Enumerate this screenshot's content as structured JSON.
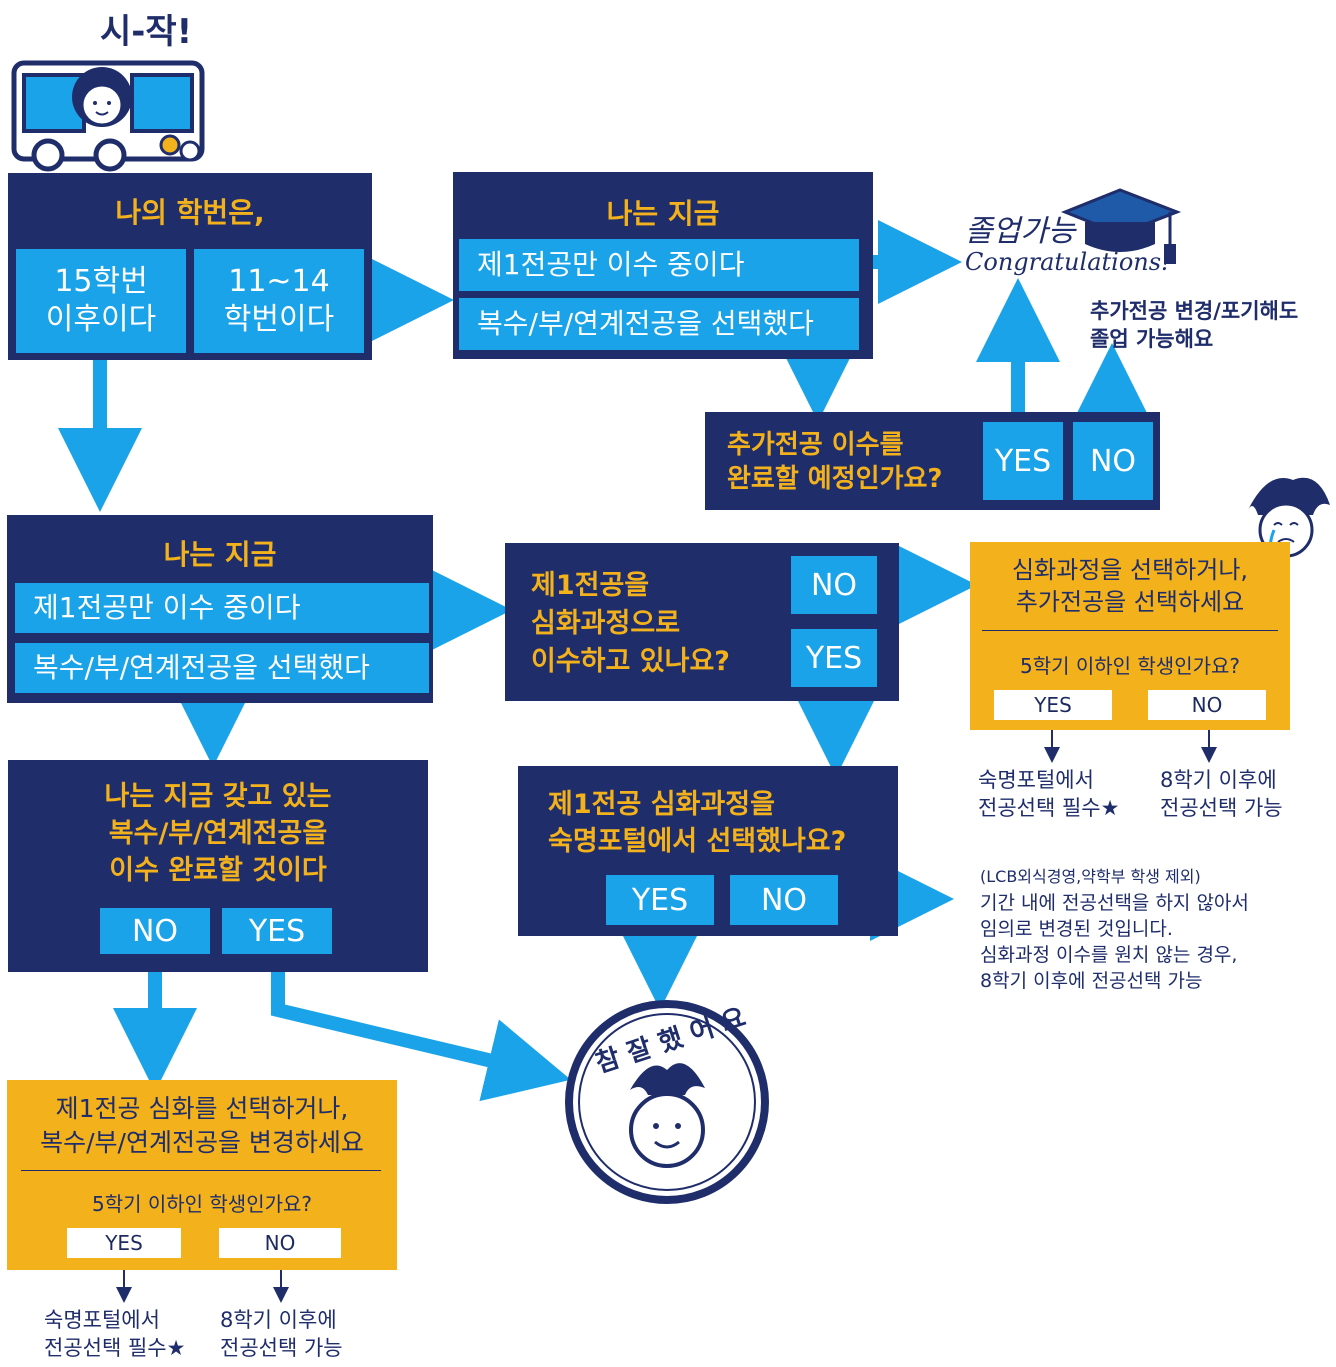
{
  "start": {
    "label": "시-작!"
  },
  "box1": {
    "title": "나의 학번은,",
    "option_left": [
      "15학번",
      "이후이다"
    ],
    "option_right": [
      "11~14",
      "학번이다"
    ]
  },
  "box2": {
    "title": "나는 지금",
    "option1": "제1전공만 이수 중이다",
    "option2": "복수/부/연계전공을 선택했다"
  },
  "graduate": {
    "title": "졸업가능",
    "subtitle": "Congratulations!",
    "note": [
      "추가전공 변경/포기해도",
      "졸업 가능해요"
    ]
  },
  "box3": {
    "question": [
      "추가전공 이수를",
      "완료할 예정인가요?"
    ],
    "yes": "YES",
    "no": "NO"
  },
  "box4": {
    "title": "나는 지금",
    "option1": "제1전공만 이수 중이다",
    "option2": "복수/부/연계전공을 선택했다"
  },
  "box5": {
    "question": [
      "제1전공을",
      "심화과정으로",
      "이수하고 있나요?"
    ],
    "no": "NO",
    "yes": "YES"
  },
  "orange_right": {
    "title": [
      "심화과정을 선택하거나,",
      "추가전공을 선택하세요"
    ],
    "question": "5학기 이하인 학생인가요?",
    "yes": "YES",
    "no": "NO",
    "yes_result": [
      "숙명포털에서",
      "전공선택 필수★"
    ],
    "no_result": [
      "8학기 이후에",
      "전공선택 가능"
    ]
  },
  "box6": {
    "question": [
      "나는 지금 갖고 있는",
      "복수/부/연계전공을",
      "이수 완료할 것이다"
    ],
    "no": "NO",
    "yes": "YES"
  },
  "box7": {
    "question": [
      "제1전공 심화과정을",
      "숙명포털에서 선택했나요?"
    ],
    "yes": "YES",
    "no": "NO"
  },
  "note_right": {
    "lines": [
      "(LCB외식경영,약학부 학생 제외)",
      "기간 내에 전공선택을 하지 않아서",
      "임의로 변경된 것입니다.",
      "심화과정 이수를 원치 않는 경우,",
      "8학기 이후에 전공선택 가능"
    ]
  },
  "stamp": {
    "text": "참 잘 했 어 요"
  },
  "orange_left": {
    "title": [
      "제1전공 심화를 선택하거나,",
      "복수/부/연계전공을 변경하세요"
    ],
    "question": "5학기 이하인 학생인가요?",
    "yes": "YES",
    "no": "NO",
    "yes_result": [
      "숙명포털에서",
      "전공선택 필수★"
    ],
    "no_result": [
      "8학기 이후에",
      "전공선택 가능"
    ]
  },
  "colors": {
    "navy": "#1f2d6b",
    "cyan": "#1aa3e8",
    "orange": "#f3b21c"
  }
}
